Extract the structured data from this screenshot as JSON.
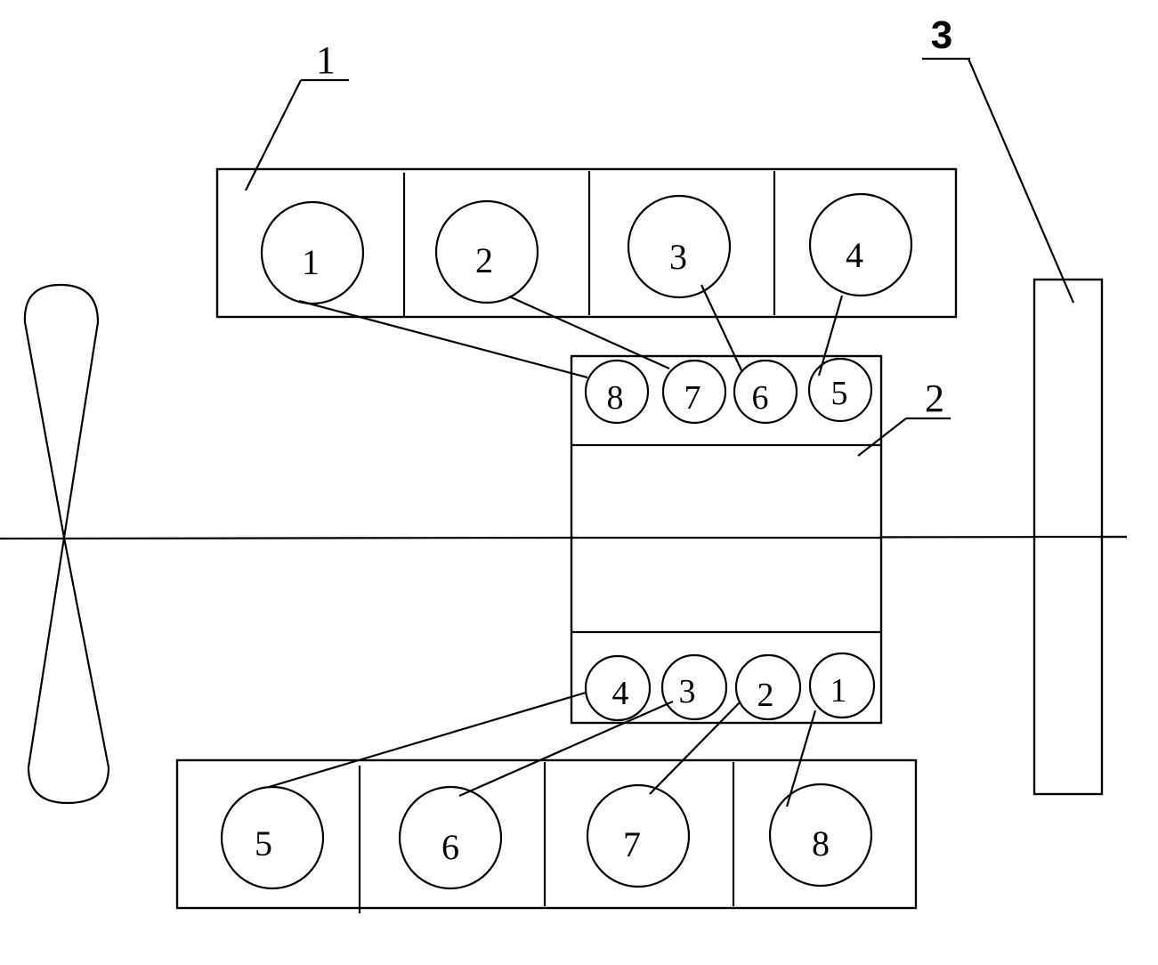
{
  "references": {
    "ref_1": "1",
    "ref_2": "2",
    "ref_3": "3"
  },
  "upper_bank": {
    "cylinders": [
      "1",
      "2",
      "3",
      "4"
    ]
  },
  "lower_bank": {
    "cylinders": [
      "5",
      "6",
      "7",
      "8"
    ]
  },
  "pump_top_row": [
    "8",
    "7",
    "6",
    "5"
  ],
  "pump_bottom_row": [
    "4",
    "3",
    "2",
    "1"
  ],
  "connections": [
    {
      "cylinder": "1",
      "pump_port": "8"
    },
    {
      "cylinder": "2",
      "pump_port": "7"
    },
    {
      "cylinder": "3",
      "pump_port": "6"
    },
    {
      "cylinder": "4",
      "pump_port": "5"
    },
    {
      "cylinder": "5",
      "pump_port": "4"
    },
    {
      "cylinder": "6",
      "pump_port": "3"
    },
    {
      "cylinder": "7",
      "pump_port": "2"
    },
    {
      "cylinder": "8",
      "pump_port": "1"
    }
  ],
  "line_color": "#000000",
  "background_color": "#ffffff"
}
